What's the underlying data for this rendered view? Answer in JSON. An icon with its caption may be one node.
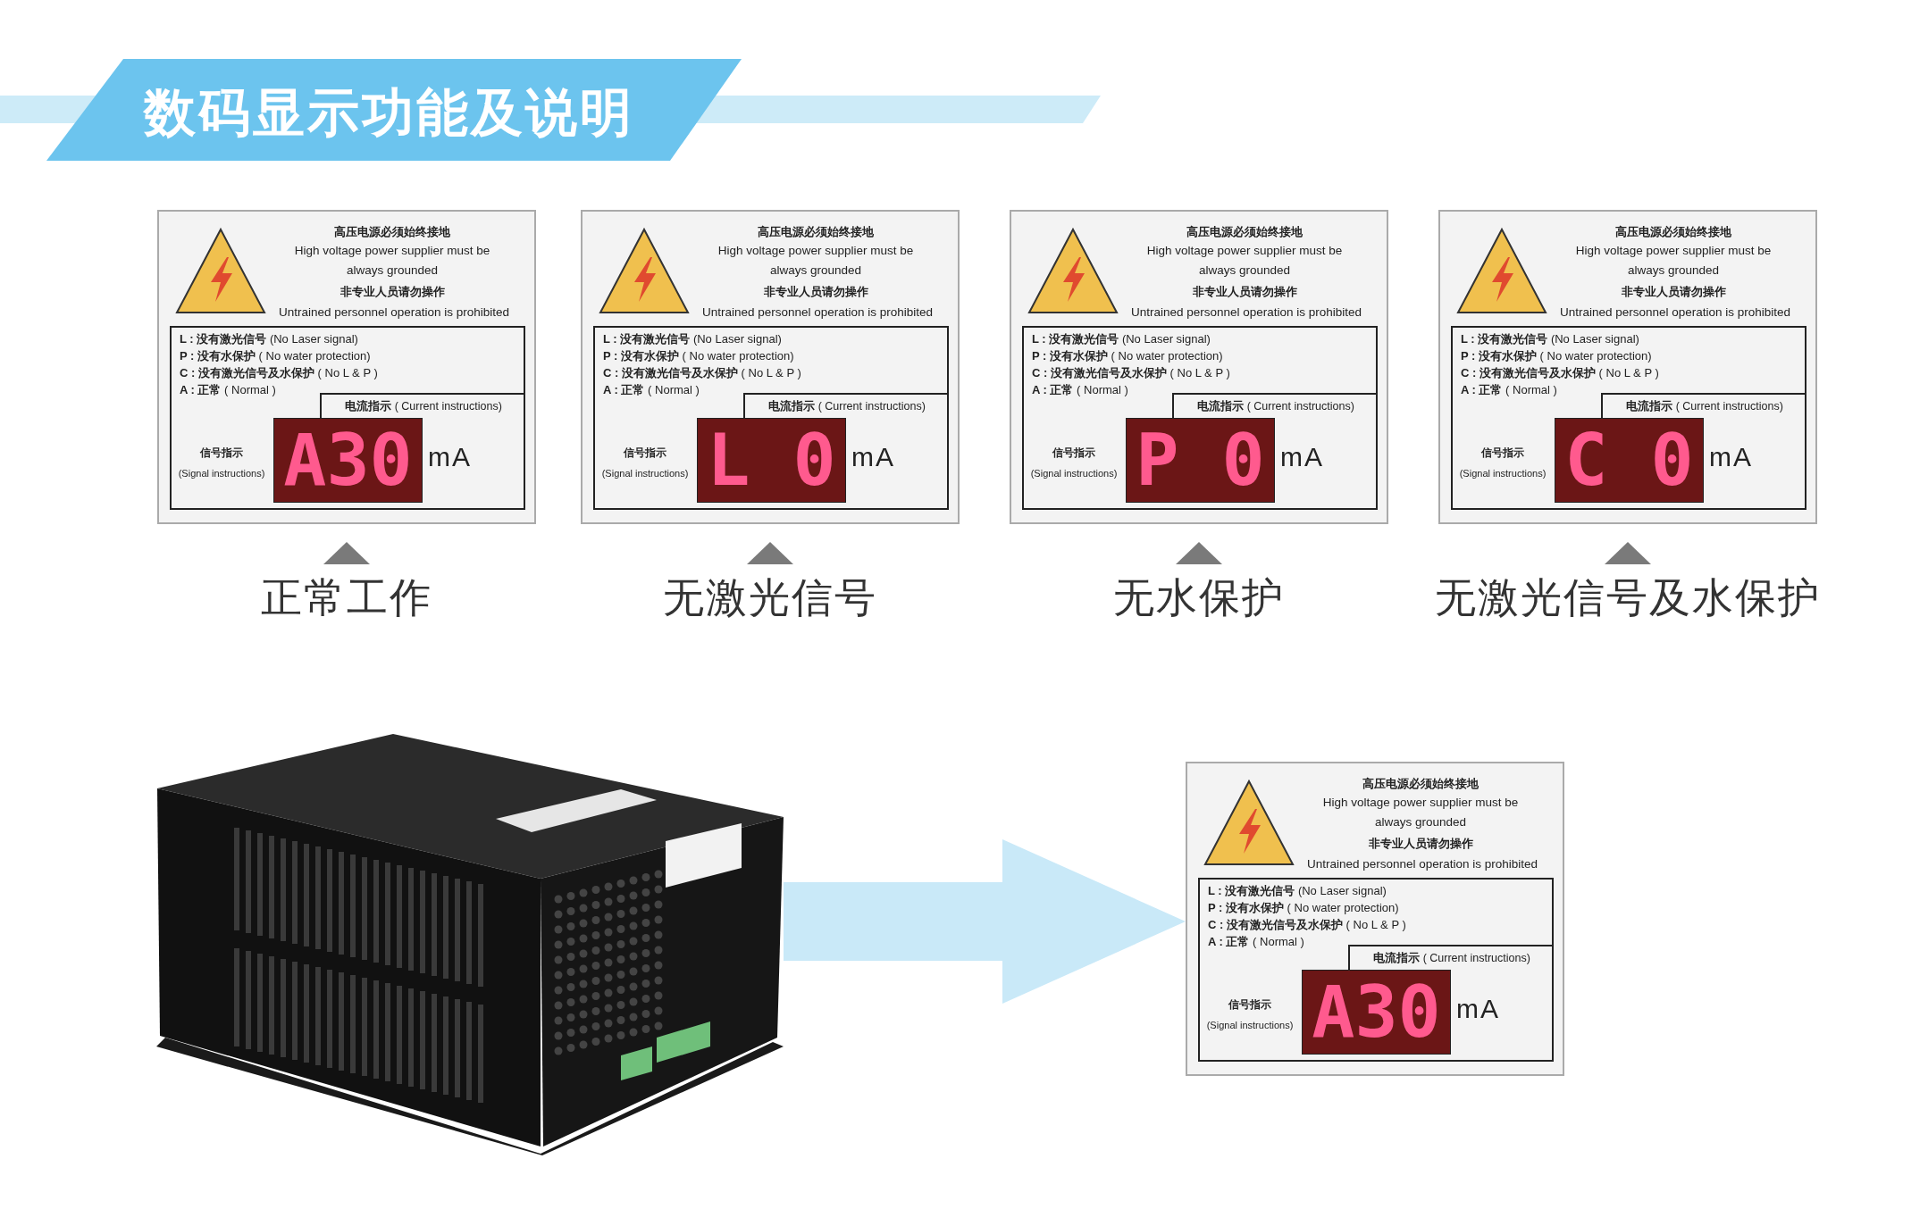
{
  "diagram": {
    "title": "数码显示功能及说明",
    "nodes": [
      {
        "text": [
          "高压电源必须始终接地",
          "High voltage power supplier must be always grounded",
          "非专业人员请勿操作",
          "Untrained personnel operation is prohibited"
        ],
        "beside": [
          "正常工作"
        ]
      },
      {
        "text": [
          "**L : 没有激光信号** (No Laser signal)",
          "**P : 没有水保护** ( No water protection)",
          "**C : 没有激光信号及水保护** ( No L & P )",
          "**A : 正常** ( Normal )",
          "信号指示",
          "(Signal instructions)"
        ],
        "in": 0
      },
      {
        "text": [
          "**电流指示** ( Current instructions)"
        ],
        "in": 1
      },
      {
        "text": [
          "A30"
        ],
        "in": 1,
        "beside": [
          "mA"
        ]
      },
      {
        "text": [
          "高压电源必须始终接地",
          "High voltage power supplier must be always grounded",
          "非专业人员请勿操作",
          "Untrained personnel operation is prohibited"
        ],
        "beside": [
          "无激光信号"
        ]
      },
      {
        "text": [
          "**L : 没有激光信号** (No Laser signal)",
          "**P : 没有水保护** ( No water protection)",
          "**C : 没有激光信号及水保护** ( No L & P )",
          "**A : 正常** ( Normal )",
          "信号指示",
          "(Signal instructions)"
        ],
        "in": 4
      },
      {
        "text": [
          "**电流指示** ( Current instructions)"
        ],
        "in": 5
      },
      {
        "text": [
          "L 0"
        ],
        "in": 5,
        "beside": [
          "mA"
        ]
      },
      {
        "text": [
          "高压电源必须始终接地",
          "High voltage power supplier must be always grounded",
          "非专业人员请勿操作",
          "Untrained personnel operation is prohibited"
        ],
        "beside": [
          "无水保护"
        ]
      },
      {
        "text": [
          "**L : 没有激光信号** (No Laser signal)",
          "**P : 没有水保护** ( No water protection)",
          "**C : 没有激光信号及水保护** ( No L & P )",
          "**A : 正常** ( Normal )",
          "信号指示",
          "(Signal instructions)"
        ],
        "in": 8
      },
      {
        "text": [
          "**电流指示** ( Current instructions)"
        ],
        "in": 9
      },
      {
        "text": [
          "P 0"
        ],
        "in": 9,
        "beside": [
          "mA"
        ]
      },
      {
        "text": [
          "高压电源必须始终接地",
          "High voltage power supplier must be always grounded",
          "非专业人员请勿操作",
          "Untrained personnel operation is prohibited"
        ],
        "beside": [
          "无激光信号及水保护"
        ]
      },
      {
        "text": [
          "**L : 没有激光信号** (No Laser signal)",
          "**P : 没有水保护** ( No water protection)",
          "**C : 没有激光信号及水保护** ( No L & P )",
          "**A : 正常** ( Normal )",
          "信号指示",
          "(Signal instructions)"
        ],
        "in": 12
      },
      {
        "text": [
          "**电流指示** ( Current instructions)"
        ],
        "in": 13
      },
      {
        "text": [
          "C 0"
        ],
        "in": 13,
        "beside": [
          "mA"
        ]
      },
      {
        "text": [],
        "shape": "picture"
      },
      {
        "text": [
          "高压电源必须始终接地",
          "High voltage power supplier must be always grounded",
          "非专业人员请勿操作",
          "Untrained personnel operation is prohibited"
        ]
      },
      {
        "text": [
          "**L : 没有激光信号** (No Laser signal)",
          "**P : 没有水保护** ( No water protection)",
          "**C : 没有激光信号及水保护** ( No L & P )",
          "**A : 正常** ( Normal )",
          "信号指示",
          "(Signal instructions)"
        ],
        "in": 17
      },
      {
        "text": [
          "**电流指示** ( Current instructions)"
        ],
        "in": 18
      },
      {
        "text": [
          "A30"
        ],
        "in": 18,
        "beside": [
          "mA"
        ]
      }
    ],
    "edges": [
      {
        "from": 16,
        "to": 17,
        "arrow": "to"
      }
    ]
  }
}
